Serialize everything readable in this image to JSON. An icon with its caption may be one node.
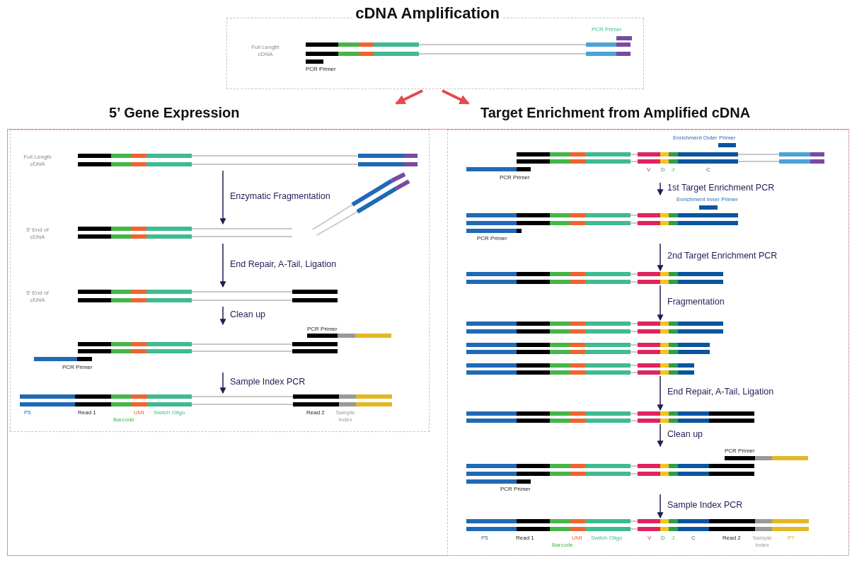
{
  "diagram": {
    "nodes": [
      {
        "text": [
          "cDNA Amplification"
        ]
      },
      {
        "text": [
          "Full Length cDNA"
        ],
        "in": 0,
        "beside": [
          "PCR Primer",
          "PCR Primer"
        ]
      },
      {
        "text": [
          "5’ Gene Expression"
        ]
      },
      {
        "text": [
          "Full Length cDNA"
        ],
        "in": 2
      },
      {
        "text": [
          "5’ End of cDNA"
        ],
        "in": 2
      },
      {
        "text": [
          "5’ End of cDNA"
        ],
        "in": 2
      },
      {
        "text": [],
        "shape": "bar",
        "in": 2,
        "beside": [
          "PCR Primer",
          "PCR Primer"
        ]
      },
      {
        "text": [],
        "shape": "bar",
        "in": 2,
        "beside": [
          "P5",
          "Read 1",
          "Barcode",
          "UMI",
          "Switch Oligo",
          "Read 2",
          "Sample Index"
        ]
      },
      {
        "text": [
          "Target Enrichment from Amplified cDNA"
        ]
      },
      {
        "text": [
          "V",
          "D",
          "J",
          "C"
        ],
        "in": 8,
        "beside": [
          "Enrichment Outer Primer",
          "PCR Primer"
        ]
      },
      {
        "text": [],
        "shape": "bar",
        "in": 8,
        "beside": [
          "Enrichment Inner Primer",
          "PCR Primer"
        ]
      },
      {
        "text": [],
        "shape": "bar",
        "in": 8
      },
      {
        "text": [],
        "shape": "bar",
        "in": 8
      },
      {
        "text": [],
        "shape": "bar",
        "in": 8
      },
      {
        "text": [],
        "shape": "bar",
        "in": 8,
        "beside": [
          "PCR Primer",
          "PCR Primer"
        ]
      },
      {
        "text": [],
        "shape": "bar",
        "in": 8,
        "beside": [
          "P5",
          "Read 1",
          "Barcode",
          "UMI",
          "Switch Oligo",
          "V",
          "D",
          "J",
          "C",
          "Read 2",
          "Sample Index",
          "P7"
        ]
      }
    ],
    "edges": [
      {
        "from": 0,
        "to": 2,
        "arrow": "to",
        "style": "thick",
        "color": "#e5484d"
      },
      {
        "from": 0,
        "to": 8,
        "arrow": "to",
        "style": "thick",
        "color": "#e5484d"
      },
      {
        "from": 3,
        "to": 4,
        "arrow": "to",
        "label": "Enzymatic Fragmentation"
      },
      {
        "from": 4,
        "to": 5,
        "arrow": "to",
        "label": "End Repair, A-Tail, Ligation"
      },
      {
        "from": 5,
        "to": 6,
        "arrow": "to",
        "label": "Clean up"
      },
      {
        "from": 6,
        "to": 7,
        "arrow": "to",
        "label": "Sample Index PCR"
      },
      {
        "from": 9,
        "to": 10,
        "arrow": "to",
        "label": "1st Target Enrichment PCR"
      },
      {
        "from": 10,
        "to": 11,
        "arrow": "to",
        "label": "2nd Target Enrichment PCR"
      },
      {
        "from": 11,
        "to": 12,
        "arrow": "to",
        "label": "Fragmentation"
      },
      {
        "from": 12,
        "to": 13,
        "arrow": "to",
        "label": "End Repair, A-Tail, Ligation"
      },
      {
        "from": 13,
        "to": 14,
        "arrow": "to",
        "label": "Clean up"
      },
      {
        "from": 14,
        "to": 15,
        "arrow": "to",
        "label": "Sample Index PCR"
      }
    ]
  }
}
